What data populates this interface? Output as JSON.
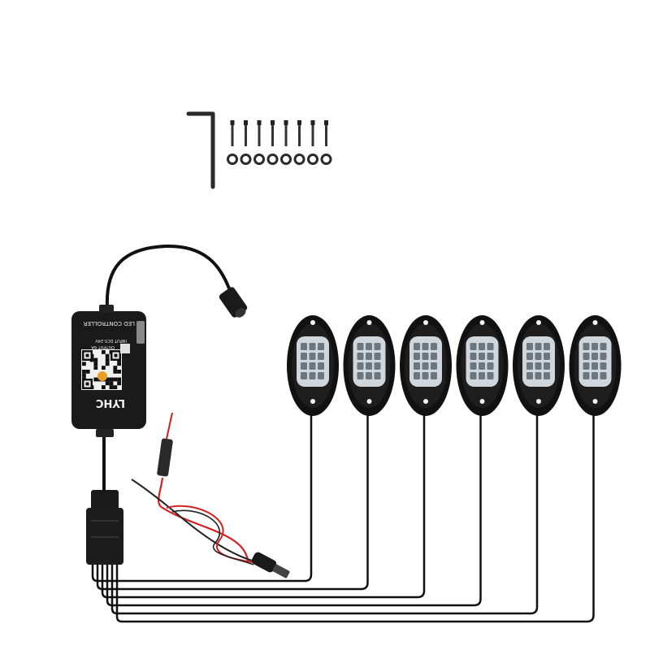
{
  "product": {
    "pods_count_label": "6",
    "controller": {
      "brand": "LYHC",
      "line1": "LED CONTROLLER",
      "line2": "INPUT DC5-24V",
      "line3": "OUTPUT 6A"
    }
  },
  "colors": {
    "background": "#ffffff",
    "hardware": "#1a1a1a",
    "cable": "#111111",
    "red_wire": "#d42020",
    "lens": "#cfd6dc"
  }
}
